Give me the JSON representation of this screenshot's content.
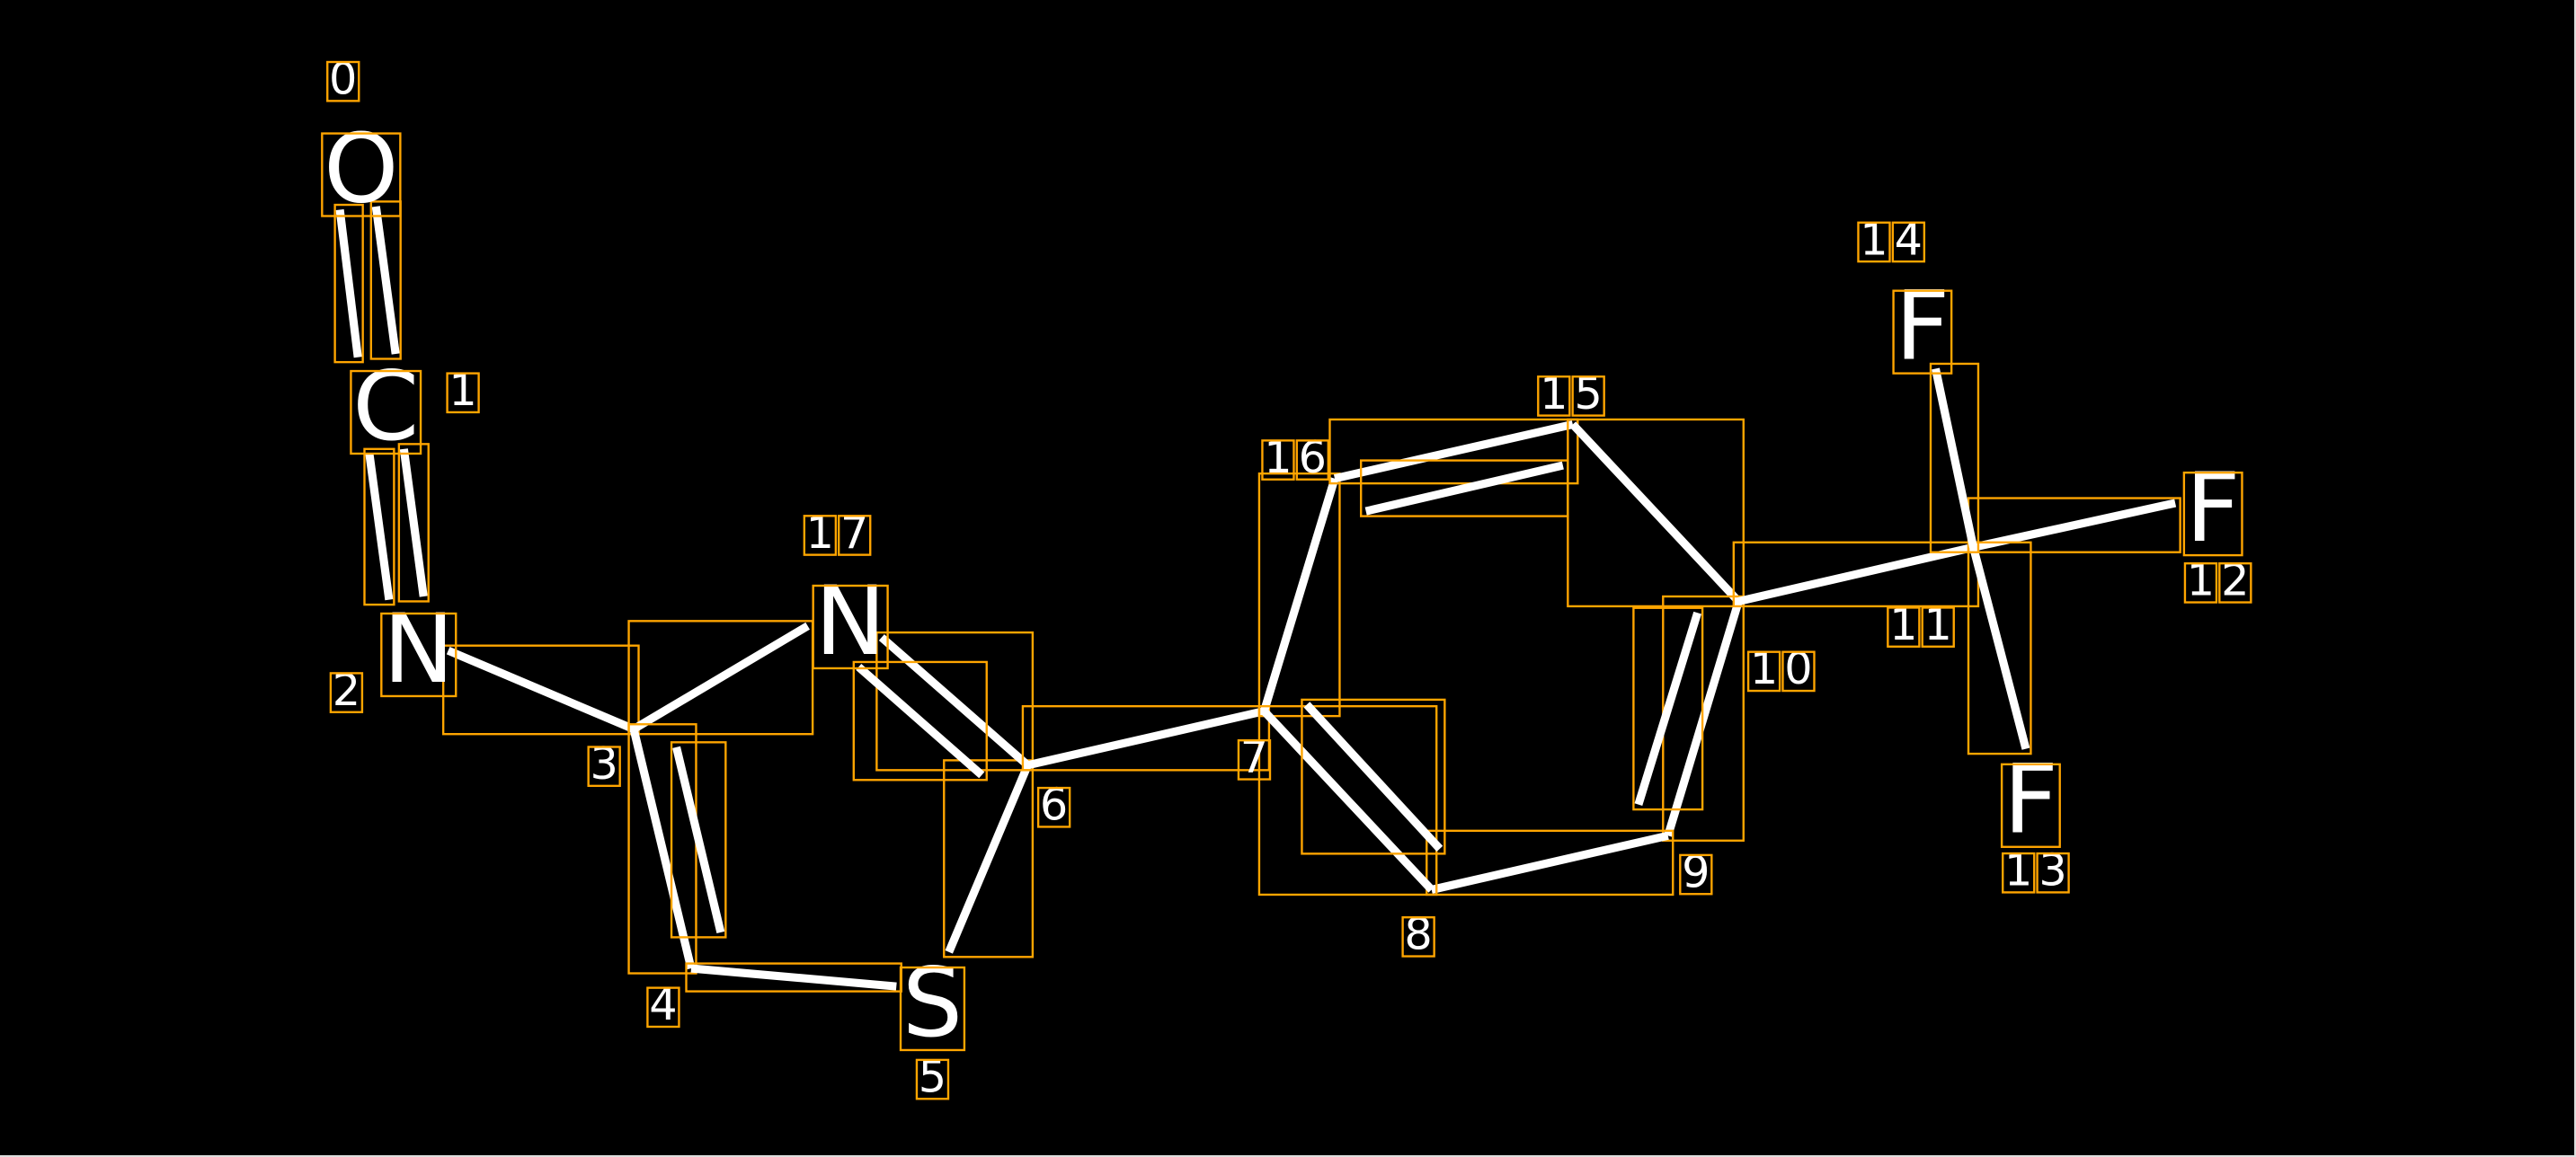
{
  "diagram": {
    "type": "molecule",
    "colors": {
      "background": "#000000",
      "bond": "#FFFFFF",
      "box": "#FFA500",
      "text": "#FFFFFF"
    },
    "atoms": [
      {
        "index": "0",
        "symbol": "O",
        "shown": true
      },
      {
        "index": "1",
        "symbol": "C",
        "shown": true
      },
      {
        "index": "2",
        "symbol": "N",
        "shown": true
      },
      {
        "index": "3",
        "symbol": "C",
        "shown": false
      },
      {
        "index": "4",
        "symbol": "C",
        "shown": false
      },
      {
        "index": "5",
        "symbol": "S",
        "shown": true
      },
      {
        "index": "6",
        "symbol": "C",
        "shown": false
      },
      {
        "index": "7",
        "symbol": "C",
        "shown": false
      },
      {
        "index": "8",
        "symbol": "C",
        "shown": false
      },
      {
        "index": "9",
        "symbol": "C",
        "shown": false
      },
      {
        "index": "10",
        "symbol": "C",
        "shown": false
      },
      {
        "index": "11",
        "symbol": "C",
        "shown": false
      },
      {
        "index": "12",
        "symbol": "F",
        "shown": true
      },
      {
        "index": "13",
        "symbol": "F",
        "shown": true
      },
      {
        "index": "14",
        "symbol": "F",
        "shown": true
      },
      {
        "index": "15",
        "symbol": "C",
        "shown": false
      },
      {
        "index": "16",
        "symbol": "C",
        "shown": false
      },
      {
        "index": "17",
        "symbol": "N",
        "shown": true
      }
    ],
    "bonds": [
      {
        "from": 0,
        "to": 1,
        "order": 2
      },
      {
        "from": 1,
        "to": 2,
        "order": 2
      },
      {
        "from": 2,
        "to": 3,
        "order": 1
      },
      {
        "from": 3,
        "to": 17,
        "order": 1
      },
      {
        "from": 3,
        "to": 4,
        "order": 2
      },
      {
        "from": 4,
        "to": 5,
        "order": 1
      },
      {
        "from": 5,
        "to": 6,
        "order": 1
      },
      {
        "from": 6,
        "to": 17,
        "order": 2
      },
      {
        "from": 6,
        "to": 7,
        "order": 1
      },
      {
        "from": 7,
        "to": 16,
        "order": 1
      },
      {
        "from": 16,
        "to": 15,
        "order": 2
      },
      {
        "from": 15,
        "to": 10,
        "order": 1
      },
      {
        "from": 10,
        "to": 9,
        "order": 2
      },
      {
        "from": 9,
        "to": 8,
        "order": 1
      },
      {
        "from": 8,
        "to": 7,
        "order": 2
      },
      {
        "from": 10,
        "to": 11,
        "order": 1
      },
      {
        "from": 11,
        "to": 12,
        "order": 1
      },
      {
        "from": 11,
        "to": 13,
        "order": 1
      },
      {
        "from": 11,
        "to": 14,
        "order": 1
      }
    ]
  }
}
